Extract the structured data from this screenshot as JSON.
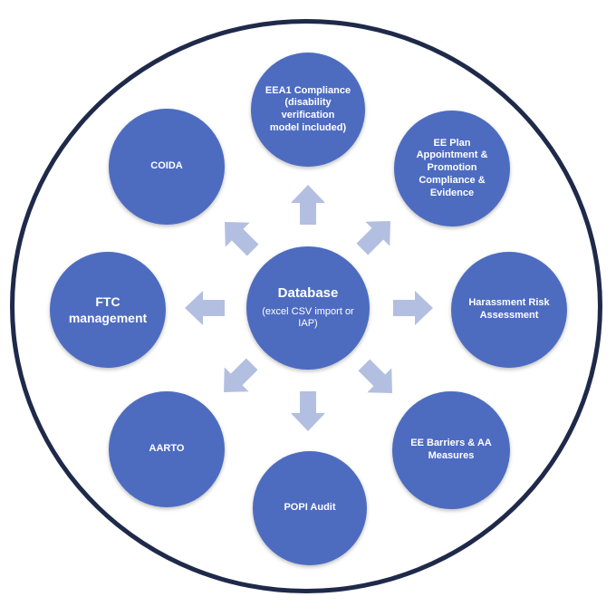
{
  "colors": {
    "node_fill": "#4d6cc0",
    "arrow_fill": "#b3bfe0",
    "ring": "#1f2a4a",
    "text": "#ffffff"
  },
  "center": {
    "title": "Database",
    "subtitle": "(excel CSV import or\nIAP)"
  },
  "nodes": {
    "eea1": "EEA1 Compliance\n(disability\nverification\nmodel included)",
    "ee_plan": "EE  Plan\nAppointment &\nPromotion\nCompliance &\nEvidence",
    "harassment": "Harassment Risk\nAssessment",
    "ee_barriers": "EE Barriers & AA\nMeasures",
    "popi": "POPI Audit",
    "aarto": "AARTO",
    "ftc": "FTC\nmanagement",
    "coida": "COIDA"
  }
}
